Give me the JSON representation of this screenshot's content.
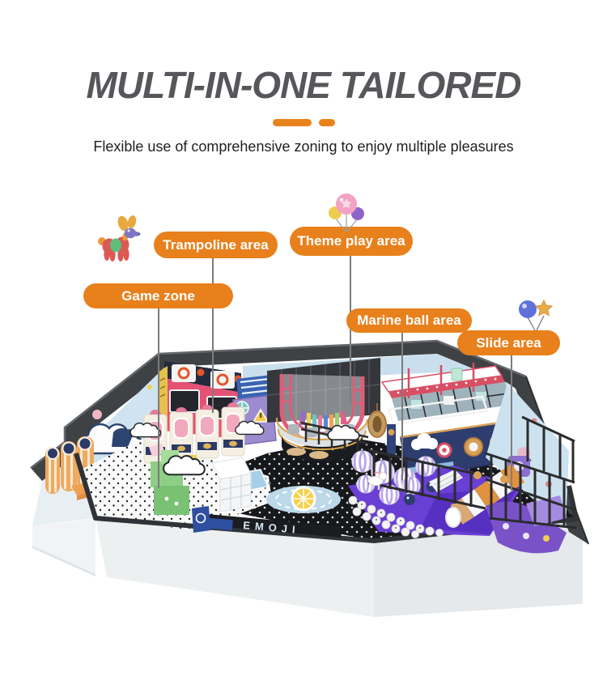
{
  "page": {
    "background_color": "#FFFFFF"
  },
  "header": {
    "title": "MULTI-IN-ONE TAILORED",
    "subtitle": "Flexible use of comprehensive zoning to enjoy multiple pleasures",
    "title_color": "#56575B",
    "accent_color": "#E8821C"
  },
  "labels": [
    {
      "id": "game-zone",
      "text": "Game zone"
    },
    {
      "id": "trampoline-area",
      "text": "Trampoline area"
    },
    {
      "id": "theme-play-area",
      "text": "Theme play area"
    },
    {
      "id": "marine-ball-area",
      "text": "Marine ball area"
    },
    {
      "id": "slide-area",
      "text": "Slide area"
    }
  ],
  "label_style": {
    "background_color": "#E8801C",
    "text_color": "#FFFFFF",
    "leader_line_color": "#7D7D7D"
  },
  "illustration": {
    "description": "Isometric render of an indoor playground with game, trampoline, theme play, marine ball and slide zones",
    "floor_text": "EMOJI",
    "decorations": [
      "balloon-dog",
      "balloon-cluster",
      "balloon-and-star"
    ]
  }
}
